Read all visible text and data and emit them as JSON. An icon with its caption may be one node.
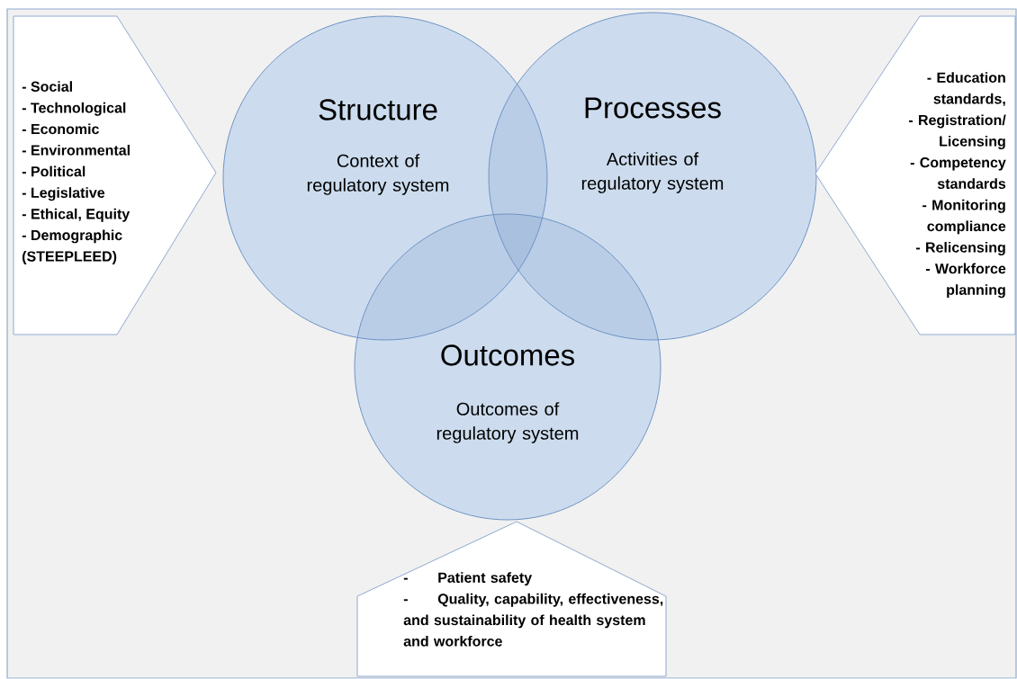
{
  "diagram": {
    "nodes": [
      {
        "text": [
          "- Social",
          "- Technological",
          "- Economic",
          "- Environmental",
          "- Political",
          "- Legislative",
          "- Ethical, Equity",
          "- Demographic",
          "(STEEPLEED)"
        ]
      },
      {
        "text": [
          "Structure",
          "Context of regulatory system"
        ]
      },
      {
        "text": [
          "Processes",
          "Activities of regulatory system"
        ]
      },
      {
        "text": [
          "Outcomes",
          "Outcomes of regulatory system"
        ]
      },
      {
        "text": [
          "- Education standards,",
          "- Registration/ Licensing",
          "- Competency standards",
          "- Monitoring compliance",
          "- Relicensing",
          "- Workforce planning"
        ]
      },
      {
        "text": [
          "-",
          "Patient safety",
          "-",
          "Quality, capability, effectiveness, and sustainability of health system and workforce"
        ]
      }
    ]
  }
}
